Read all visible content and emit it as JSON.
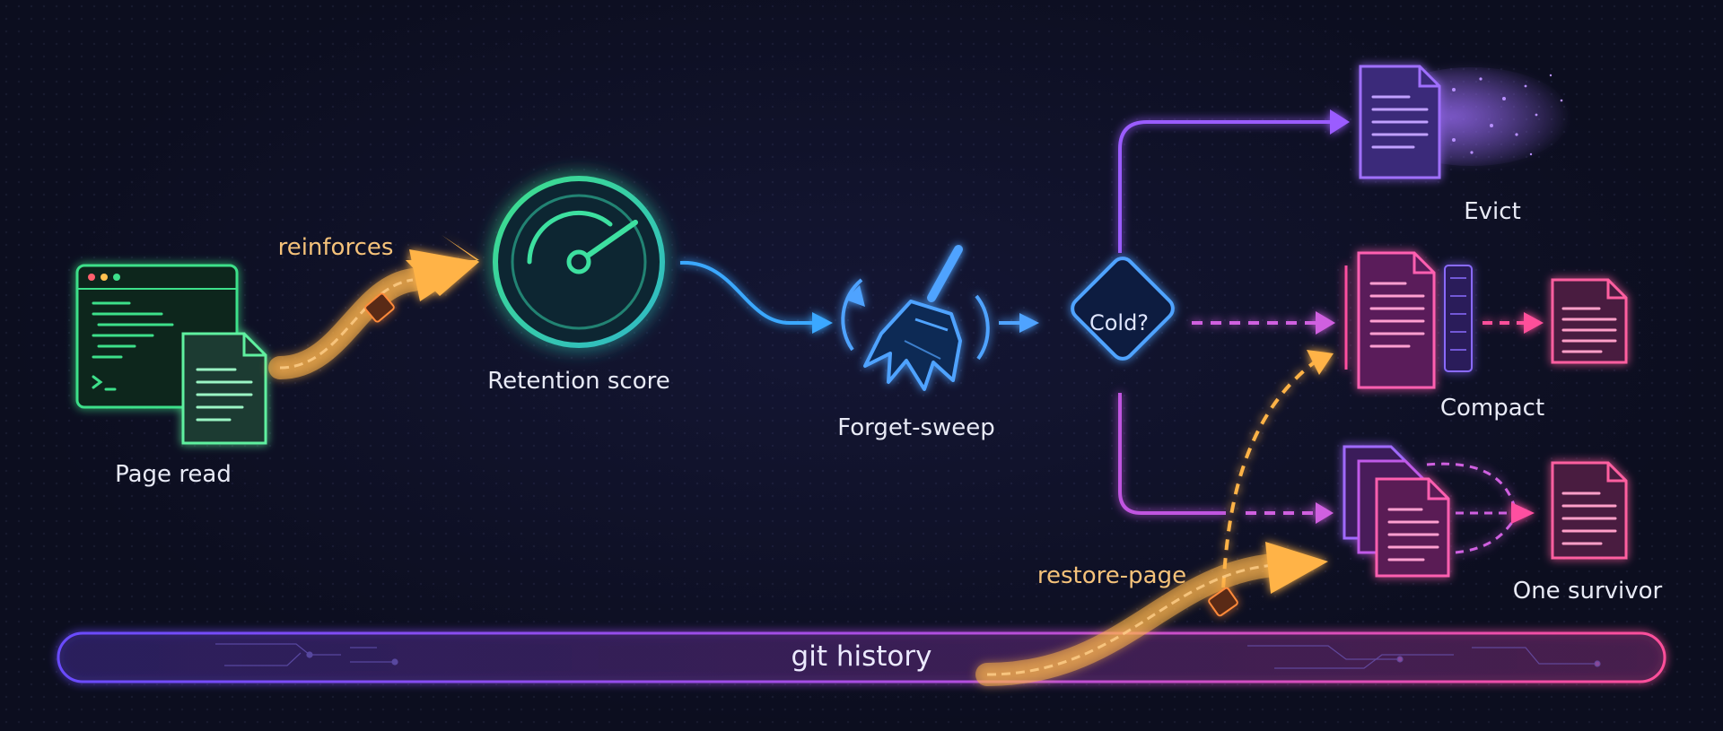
{
  "labels": {
    "page_read": "Page read",
    "reinforces": "reinforces",
    "retention_score": "Retention score",
    "forget_sweep": "Forget-sweep",
    "cold": "Cold?",
    "evict": "Evict",
    "compact": "Compact",
    "one_survivor": "One survivor",
    "restore_page": "restore-page",
    "git_history": "git history"
  },
  "colors": {
    "green": "#3ee08a",
    "teal": "#2fd1b0",
    "blue": "#4fa3ff",
    "purple": "#9b5cff",
    "magenta": "#e04fc0",
    "pink": "#ff4fa0",
    "orange": "#ffb347",
    "label_orange": "#f5c27a",
    "label_white": "#e8eaf6"
  }
}
